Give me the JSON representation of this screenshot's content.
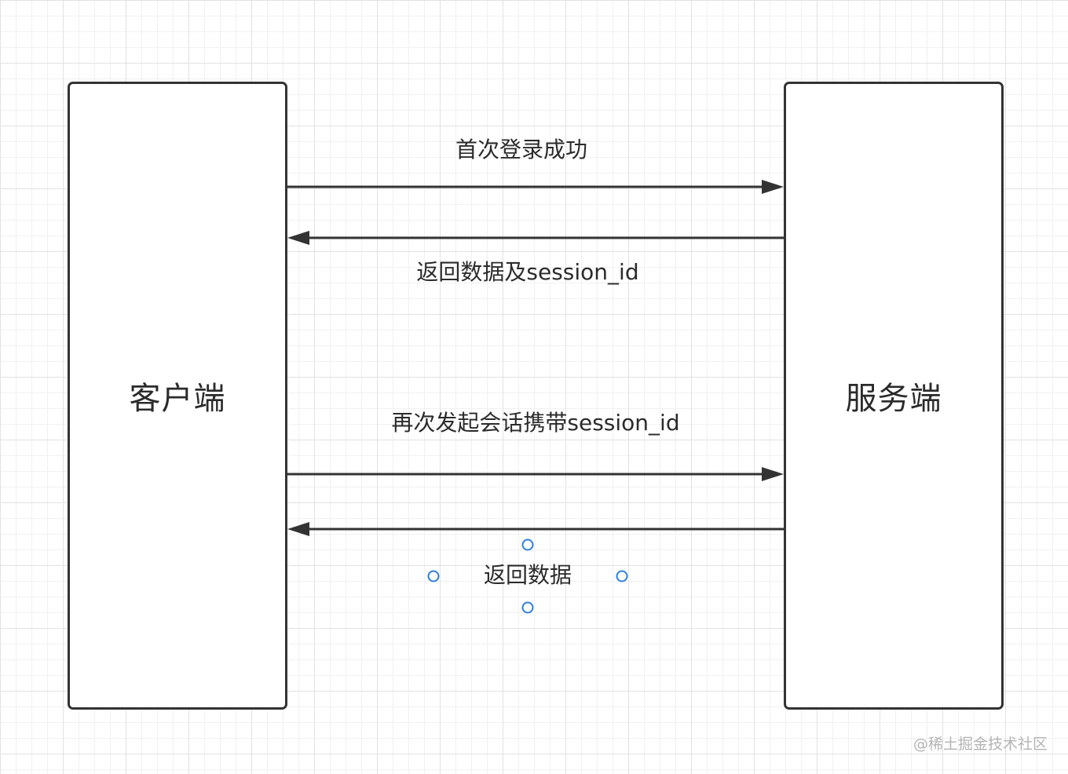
{
  "nodes": {
    "client": "客户端",
    "server": "服务端"
  },
  "messages": [
    {
      "label": "首次登录成功",
      "from": "client",
      "to": "server"
    },
    {
      "label": "返回数据及session_id",
      "from": "server",
      "to": "client"
    },
    {
      "label": "再次发起会话携带session_id",
      "from": "client",
      "to": "server"
    },
    {
      "label": "返回数据",
      "from": "server",
      "to": "client",
      "selected": true
    }
  ],
  "watermark": "@稀土掘金技术社区",
  "colors": {
    "stroke": "#333333",
    "text": "#2b2b2b",
    "selection_handle": "#2f7fd8",
    "grid": "#e2e2e2"
  }
}
